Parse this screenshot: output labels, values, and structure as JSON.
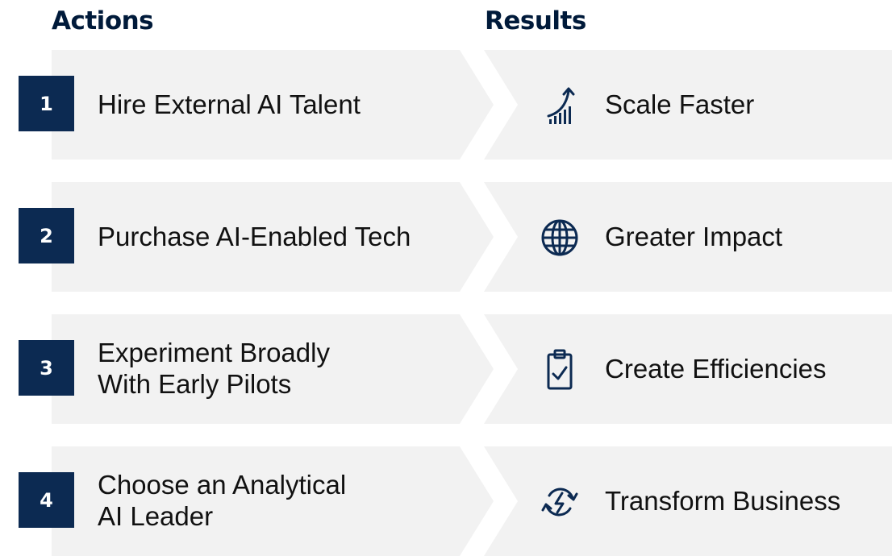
{
  "headers": {
    "actions": "Actions",
    "results": "Results"
  },
  "rows": [
    {
      "number": "1",
      "action": "Hire External AI Talent",
      "result": "Scale Faster",
      "icon": "growth-chart-icon"
    },
    {
      "number": "2",
      "action": "Purchase AI-Enabled Tech",
      "result": "Greater Impact",
      "icon": "globe-icon"
    },
    {
      "number": "3",
      "action": "Experiment Broadly\nWith Early Pilots",
      "result": "Create Efficiencies",
      "icon": "clipboard-check-icon"
    },
    {
      "number": "4",
      "action": "Choose an Analytical\nAI Leader",
      "result": "Transform Business",
      "icon": "cycle-lightning-icon"
    }
  ],
  "colors": {
    "accent": "#0c2a52",
    "panel": "#f2f2f2",
    "text": "#111111"
  }
}
